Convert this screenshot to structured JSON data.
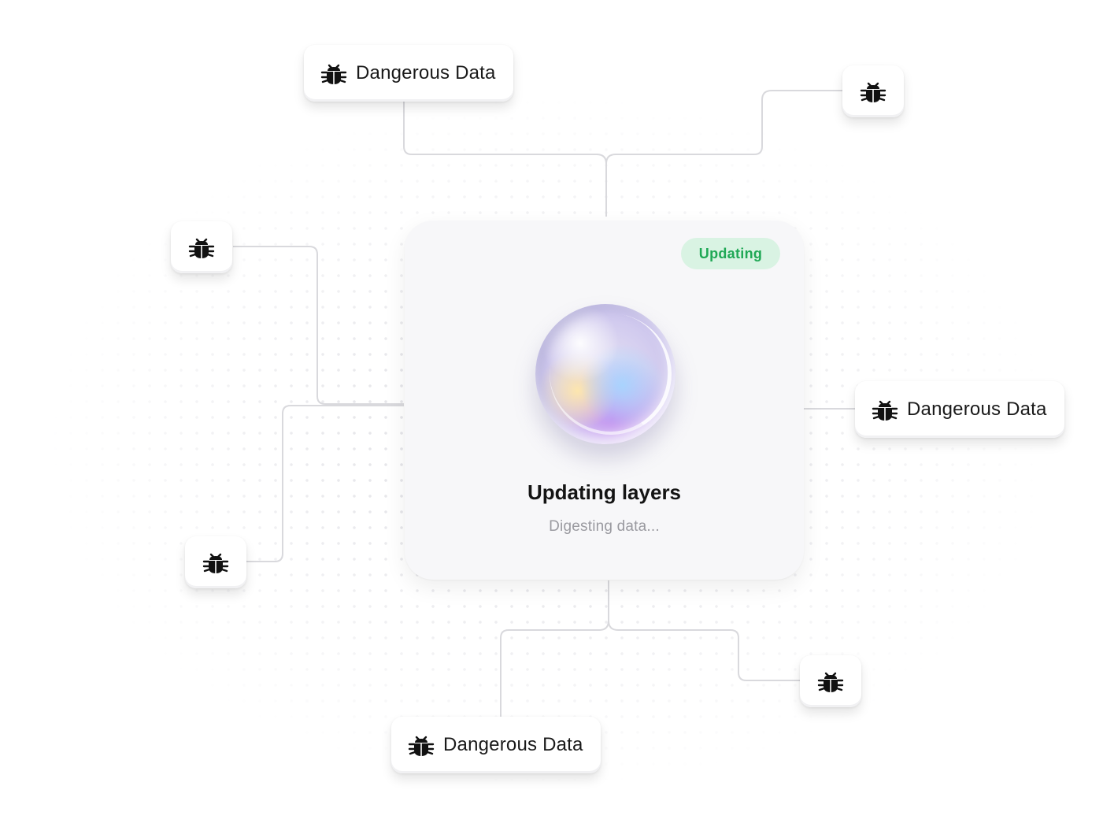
{
  "center": {
    "status": "Updating",
    "title": "Updating layers",
    "subtitle": "Digesting data..."
  },
  "nodes": {
    "top_left": {
      "label": "Dangerous Data",
      "icon": "bug-icon"
    },
    "top_right": {
      "label": "",
      "icon": "bug-icon"
    },
    "mid_left": {
      "label": "",
      "icon": "bug-icon"
    },
    "lower_left": {
      "label": "",
      "icon": "bug-icon"
    },
    "right": {
      "label": "Dangerous Data",
      "icon": "bug-icon"
    },
    "bottom_right": {
      "label": "",
      "icon": "bug-icon"
    },
    "bottom": {
      "label": "Dangerous Data",
      "icon": "bug-icon"
    }
  },
  "colors": {
    "status_bg": "#d9f3e3",
    "status_text": "#1fa855",
    "connector": "#d9d9dd",
    "card_bg": "#f7f7f9"
  }
}
